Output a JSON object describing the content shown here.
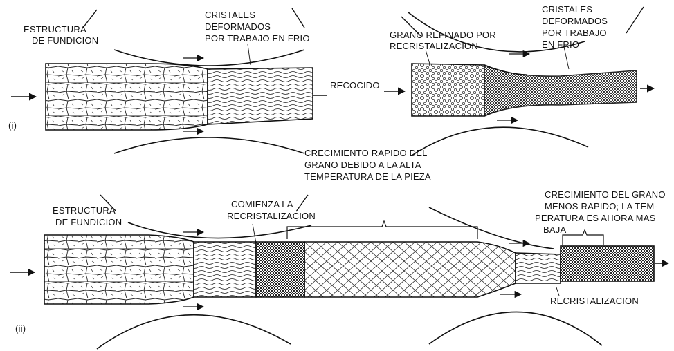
{
  "diagram": {
    "panel_i": {
      "marker": "(i)",
      "cast_structure_label": [
        "ESTRUCTURA",
        "DE  FUNDICION"
      ],
      "cold_worked_label_1": [
        "CRISTALES",
        "DEFORMADOS",
        "POR TRABAJO EN FRIO"
      ],
      "annealing_label": "RECOCIDO",
      "refined_grain_label": [
        "GRANO REFINADO POR",
        "RECRISTALIZACION"
      ],
      "cold_worked_label_2": [
        "CRISTALES",
        "DEFORMADOS",
        "POR TRABAJO",
        "EN FRIO"
      ]
    },
    "middle_note": [
      "CRECIMIENTO RAPIDO DEL",
      "GRANO DEBIDO A LA ALTA",
      "TEMPERATURA DE LA PIEZA"
    ],
    "panel_ii": {
      "marker": "(ii)",
      "cast_structure_label": [
        "ESTRUCTURA",
        "DE  FUNDICION"
      ],
      "begin_recryst_label": [
        "COMIENZA LA",
        "RECRISTALIZACION"
      ],
      "slower_growth_label": [
        "CRECIMIENTO DEL GRANO",
        "MENOS RAPIDO; LA TEM-",
        "PERATURA ES AHORA MAS",
        "BAJA"
      ],
      "recryst_label": "RECRISTALIZACION"
    }
  }
}
